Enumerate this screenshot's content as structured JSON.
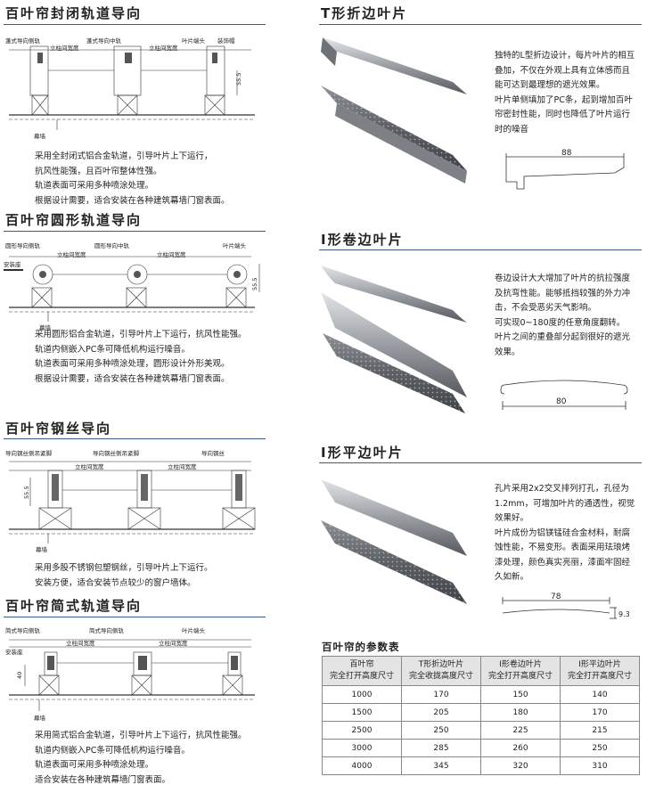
{
  "left": {
    "sections": [
      {
        "title": "百叶帘封闭轨道导向",
        "labels": [
          "蓬式导向侧轨",
          "立柱间宽度",
          "蓬式导向中轨",
          "立柱间宽度",
          "叶片端头",
          "装饰帽",
          "55.5",
          "幕墙"
        ],
        "desc": [
          "采用全封闭式铝合金轨道，引导叶片上下运行，",
          "抗风性能强，且百叶帘整体性强。",
          "轨道表面可采用多种喷涂处理。",
          "根据设计需要，适合安装在各种建筑幕墙门窗表面。"
        ]
      },
      {
        "title": "百叶帘圆形轨道导向",
        "labels": [
          "圆形导向侧轨",
          "立柱间宽度",
          "圆形导向中轨",
          "立柱间宽度",
          "叶片端头",
          "安装座",
          "55.5",
          "幕墙"
        ],
        "desc": [
          "采用圆形铝合金轨道，引导叶片上下运行，抗风性能强。",
          "轨道内侧嵌入PC条可降低机构运行噪音。",
          "轨道表面可采用多种喷涂处理，圆形设计外形美观。",
          "根据设计需要，适合安装在各种建筑幕墙门窗表面。"
        ]
      },
      {
        "title": "百叶帘钢丝导向",
        "labels": [
          "导向钢丝侧吊紧脚",
          "导向钢丝侧吊紧脚",
          "导向钢丝",
          "立柱间宽度",
          "立柱间宽度",
          "55.5",
          "幕墙"
        ],
        "desc": [
          "采用多股不锈钢包塑钢丝，引导叶片上下运行。",
          "安装方便，适合安装节点较少的窗户墙体。"
        ]
      },
      {
        "title": "百叶帘简式轨道导向",
        "labels": [
          "简式导向侧轨",
          "简式导向侧轨",
          "叶片端头",
          "立柱间宽度",
          "立柱间宽度",
          "安装座",
          "40",
          "幕墙"
        ],
        "desc": [
          "采用简式铝合金轨道，引导叶片上下运行，抗风性能强。",
          "轨道内侧嵌入PC条可降低机构运行噪音。",
          "轨道表面可采用多种喷涂处理。",
          "适合安装在各种建筑幕墙门窗表面。"
        ]
      }
    ]
  },
  "right": {
    "products": [
      {
        "title": "T形折边叶片",
        "desc": [
          "独特的L型折边设计，每片叶片的相互",
          "叠加，不仅在外观上具有立体感而且",
          "能可达到最理想的遮光效果。",
          "叶片单侧填加了PC条，起到增加百叶",
          "帘密封性能，同时也降低了叶片运行",
          "时的噪音"
        ],
        "dim": "88"
      },
      {
        "title": "I形卷边叶片",
        "desc": [
          "卷边设计大大增加了叶片的抗拉强度",
          "及抗弯性能。能够抵挡较强的外力冲",
          "击，不会受恶劣天气影响。",
          "可实现0~180度的任意角度翻转。",
          "叶片之间的重叠部分起到很好的遮光",
          "效果。"
        ],
        "dim": "80"
      },
      {
        "title": "I形平边叶片",
        "desc": [
          "孔片采用2x2交叉排列打孔，孔径为",
          "1.2mm，可增加叶片的通透性，视觉",
          "效果好。",
          "叶片成份为铝镁锰硅合金材料，耐腐",
          "蚀性能，不易变形。表面采用珐琅烤",
          "漆处理，颜色真实亮丽，漆面牢固经",
          "久如新。"
        ],
        "dim": "78",
        "dim2": "9.3"
      }
    ]
  },
  "table": {
    "title": "百叶帘的参数表",
    "headers": [
      [
        "百叶帘",
        "完全打开高度尺寸"
      ],
      [
        "T形折边叶片",
        "完全收拢高度尺寸"
      ],
      [
        "I形卷边叶片",
        "完全打开高度尺寸"
      ],
      [
        "I形平边叶片",
        "完全打开高度尺寸"
      ]
    ],
    "rows": [
      [
        "1000",
        "170",
        "150",
        "140"
      ],
      [
        "1500",
        "205",
        "180",
        "170"
      ],
      [
        "2500",
        "250",
        "225",
        "215"
      ],
      [
        "3000",
        "285",
        "260",
        "250"
      ],
      [
        "4000",
        "345",
        "320",
        "310"
      ]
    ]
  },
  "colors": {
    "rule": "#3a5a8a",
    "slat_light": "#c9ccd0",
    "slat_dark": "#5f6368"
  }
}
